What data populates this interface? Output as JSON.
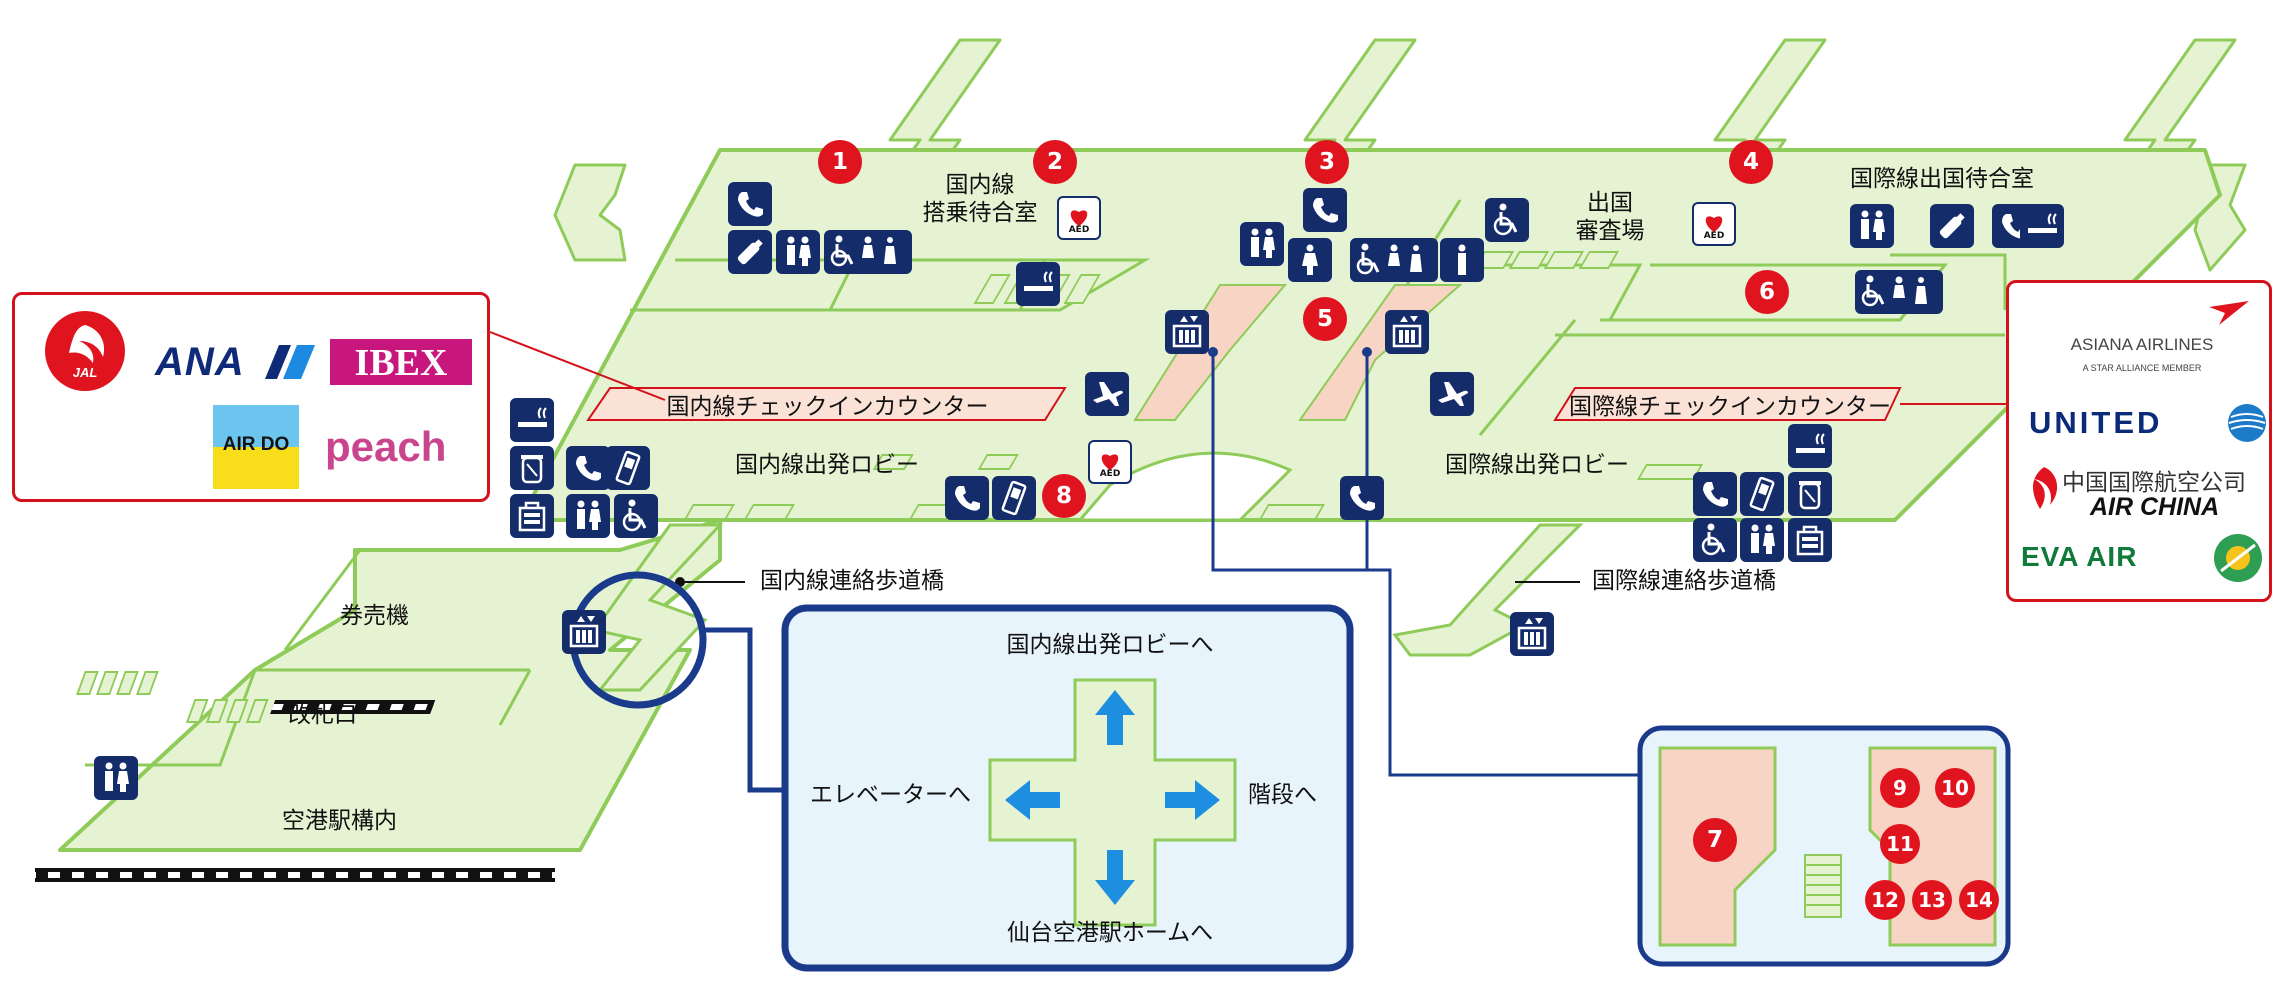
{
  "labels": {
    "dom_boarding_lounge_1": "国内線",
    "dom_boarding_lounge_2": "搭乗待合室",
    "immigration_1": "出国",
    "immigration_2": "審査場",
    "intl_departure_lounge": "国際線出国待合室",
    "dom_checkin": "国内線チェックインカウンター",
    "intl_checkin": "国際線チェックインカウンター",
    "dom_departure_lobby": "国内線出発ロビー",
    "intl_departure_lobby": "国際線出発ロビー",
    "dom_bridge": "国内線連絡歩道橋",
    "intl_bridge": "国際線連絡歩道橋",
    "ticket_machine": "券売機",
    "ticket_gate": "改札口",
    "station_premises": "空港駅構内",
    "to_dom_lobby": "国内線出発ロビーへ",
    "to_elevator": "エレベーターへ",
    "to_stairs": "階段へ",
    "to_platform": "仙台空港駅ホームへ"
  },
  "markers": {
    "m1": "1",
    "m2": "2",
    "m3": "3",
    "m4": "4",
    "m5": "5",
    "m6": "6",
    "m7": "7",
    "m8": "8",
    "m9": "9",
    "m10": "10",
    "m11": "11",
    "m12": "12",
    "m13": "13",
    "m14": "14"
  },
  "aed_label": "AED",
  "airlines_domestic": {
    "jal": "JAL",
    "ana": "ANA",
    "ibex": "IBEX",
    "airdo": "AIR DO",
    "peach": "peach"
  },
  "airlines_international": {
    "asiana": "ASIANA AIRLINES",
    "asiana_sub": "A STAR ALLIANCE MEMBER",
    "united": "UNITED",
    "airchina_cn": "中国国際航空公司",
    "airchina": "AIR CHINA",
    "eva": "EVA AIR"
  },
  "colors": {
    "floor": "#e6f3d3",
    "outline": "#8fcb59",
    "zone": "#f8d4c4",
    "icon_bg": "#152c6b",
    "marker": "#e0141e",
    "callout": "#d4121c",
    "inset_border": "#1a3a8c",
    "inset_bg": "#e8f4fc",
    "arrow": "#1e8fe0"
  }
}
